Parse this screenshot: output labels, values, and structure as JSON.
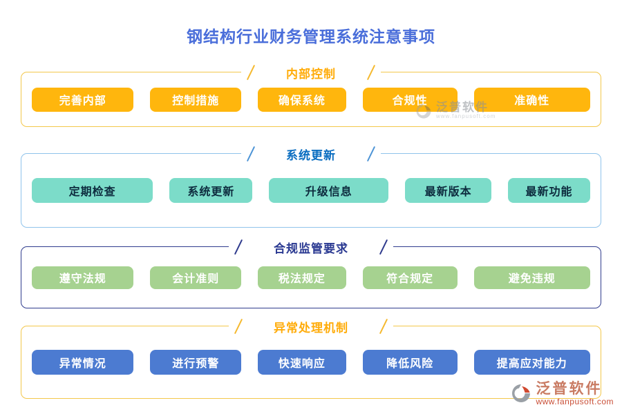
{
  "page": {
    "title": "钢结构行业财务管理系统注意事项",
    "title_color": "#4A6EDA"
  },
  "sections": [
    {
      "id": "internal-control",
      "title": "内部控制",
      "items": [
        "完善内部",
        "控制措施",
        "确保系统",
        "合规性",
        "准确性"
      ],
      "colors": {
        "border": "#F3C74A",
        "title": "#FFAC0A",
        "pill_bg": "#FFB60D",
        "pill_text": "#FFFFFF"
      }
    },
    {
      "id": "system-update",
      "title": "系统更新",
      "items": [
        "定期检查",
        "系统更新",
        "升级信息",
        "最新版本",
        "最新功能"
      ],
      "colors": {
        "border": "#8FC3EB",
        "title": "#0A6DC0",
        "pill_bg": "#7CDCC9",
        "pill_text": "#0D2B3E"
      }
    },
    {
      "id": "compliance-regulation",
      "title": "合规监管要求",
      "items": [
        "遵守法规",
        "会计准则",
        "税法规定",
        "符合规定",
        "避免违规"
      ],
      "colors": {
        "border": "#2F3B8D",
        "title": "#2B3A92",
        "pill_bg": "#A6D290",
        "pill_text": "#FFFFFF"
      }
    },
    {
      "id": "exception-handling",
      "title": "异常处理机制",
      "items": [
        "异常情况",
        "进行预警",
        "快速响应",
        "降低风险",
        "提高应对能力"
      ],
      "colors": {
        "border": "#F3C74A",
        "title": "#FFAC0A",
        "pill_bg": "#4C7BD1",
        "pill_text": "#FFFFFF"
      }
    }
  ],
  "watermarks": {
    "center": {
      "text": "泛普软件",
      "subtext": "www.fanpusoft.com",
      "icon": "fanpu-logo-icon"
    },
    "bottom_right": {
      "text": "泛普软件",
      "url": "www.fanpusoft.com",
      "icon": "fanpu-logo-icon",
      "colors": {
        "name": "#C97B63",
        "url": "#C94E36",
        "logo_gray": "#9AA0A6",
        "logo_red": "#D0492F"
      }
    }
  }
}
